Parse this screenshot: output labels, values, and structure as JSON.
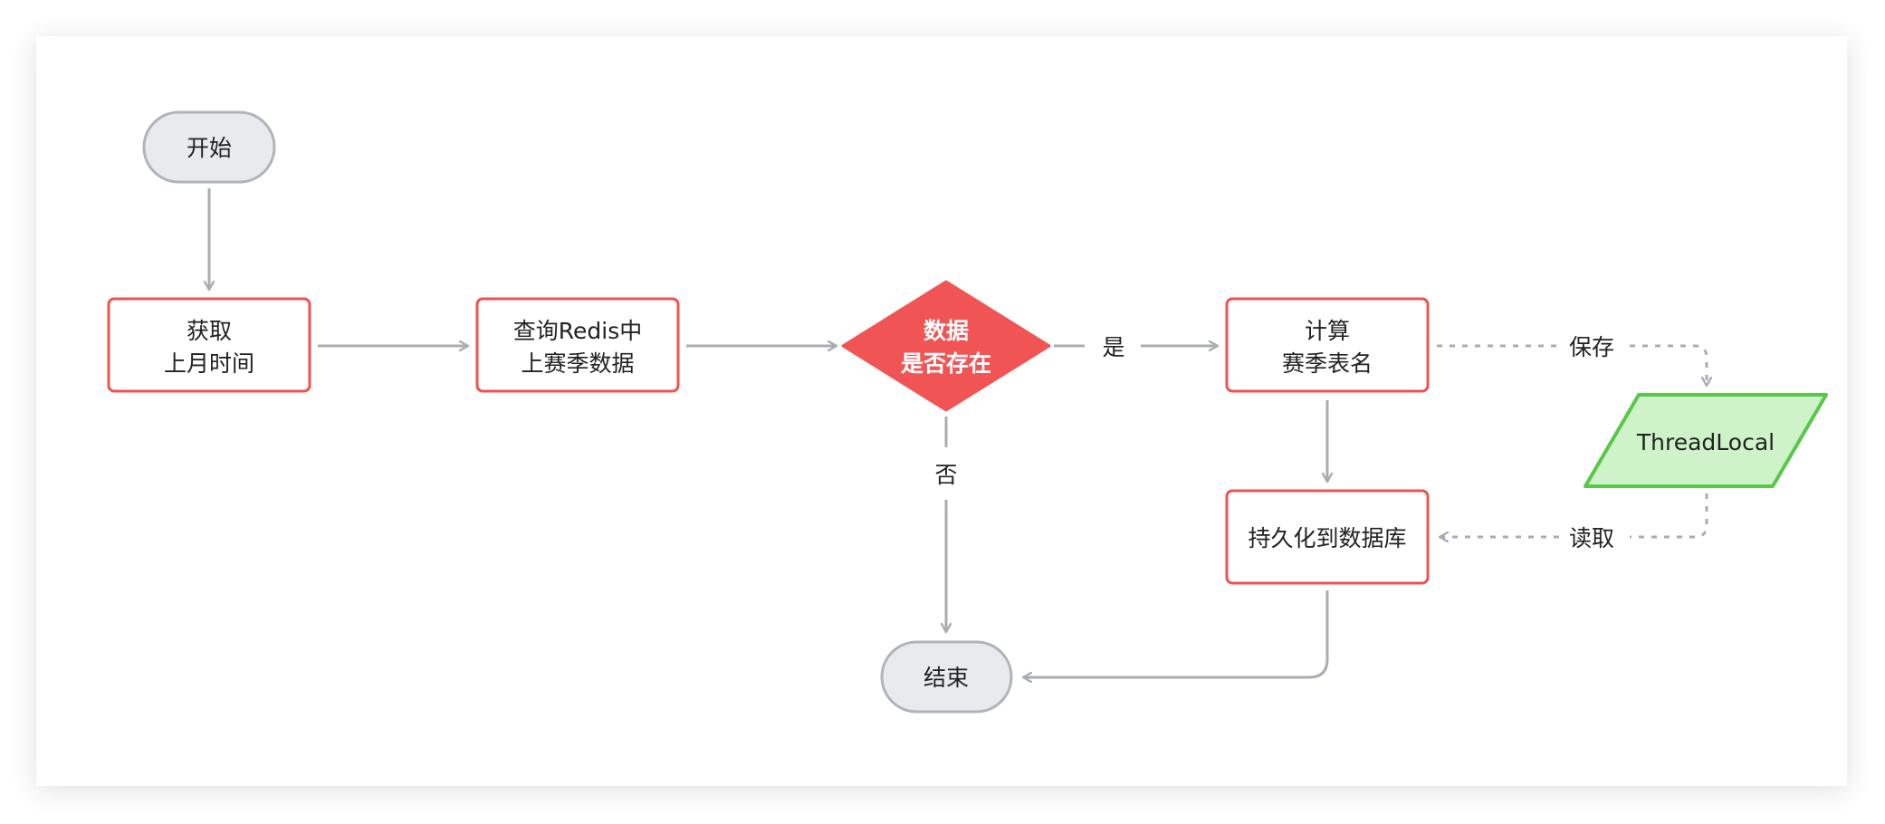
{
  "nodes": {
    "start": "开始",
    "get_last_month": [
      "获取",
      "上月时间"
    ],
    "query_redis": [
      "查询Redis中",
      "上赛季数据"
    ],
    "data_exists": [
      "数据",
      "是否存在"
    ],
    "calc_table_name": [
      "计算",
      "赛季表名"
    ],
    "threadlocal": "ThreadLocal",
    "persist_db": "持久化到数据库",
    "end": "结束"
  },
  "edges": {
    "yes": "是",
    "no": "否",
    "save": "保存",
    "read": "读取"
  },
  "colors": {
    "process_border": "#ef5350",
    "decision_fill": "#f15455",
    "terminal_fill": "#e8eaed",
    "terminal_border": "#b0b4ba",
    "data_fill": "#cef3c8",
    "data_border": "#59c74a",
    "edge": "#a9acb2"
  }
}
